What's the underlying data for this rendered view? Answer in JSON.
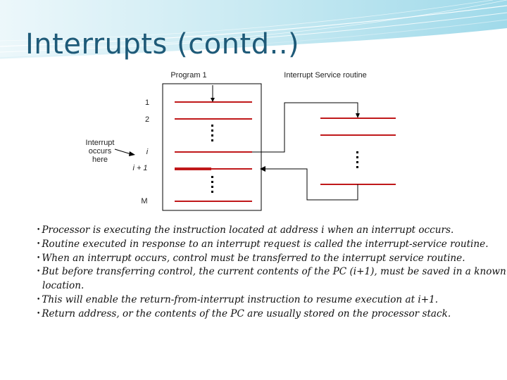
{
  "slide": {
    "title": "Interrupts (contd..)",
    "accent_color": "#1e5a78"
  },
  "diagram": {
    "program_label": "Program 1",
    "isr_label": "Interrupt Service routine",
    "addr_1": "1",
    "addr_2": "2",
    "addr_i": "i",
    "addr_i1": "i + 1",
    "addr_m": "M",
    "interrupt_note": [
      "Interrupt",
      "occurs",
      "here"
    ],
    "line_color": "#c0181a"
  },
  "bullets": [
    {
      "text": "Processor is executing the instruction located at address i when an interrupt occurs."
    },
    {
      "text": "Routine executed in response to an interrupt request is called the interrupt-service routine."
    },
    {
      "text": "When an interrupt occurs, control must be transferred to the interrupt service routine."
    },
    {
      "text": "But before transferring control, the current contents of the PC (i+1), must be saved in a known",
      "cont": "location."
    },
    {
      "text": "This will enable the return-from-interrupt instruction to resume execution at i+1."
    },
    {
      "text": "Return address, or the contents of the PC are usually stored on the processor stack."
    }
  ]
}
